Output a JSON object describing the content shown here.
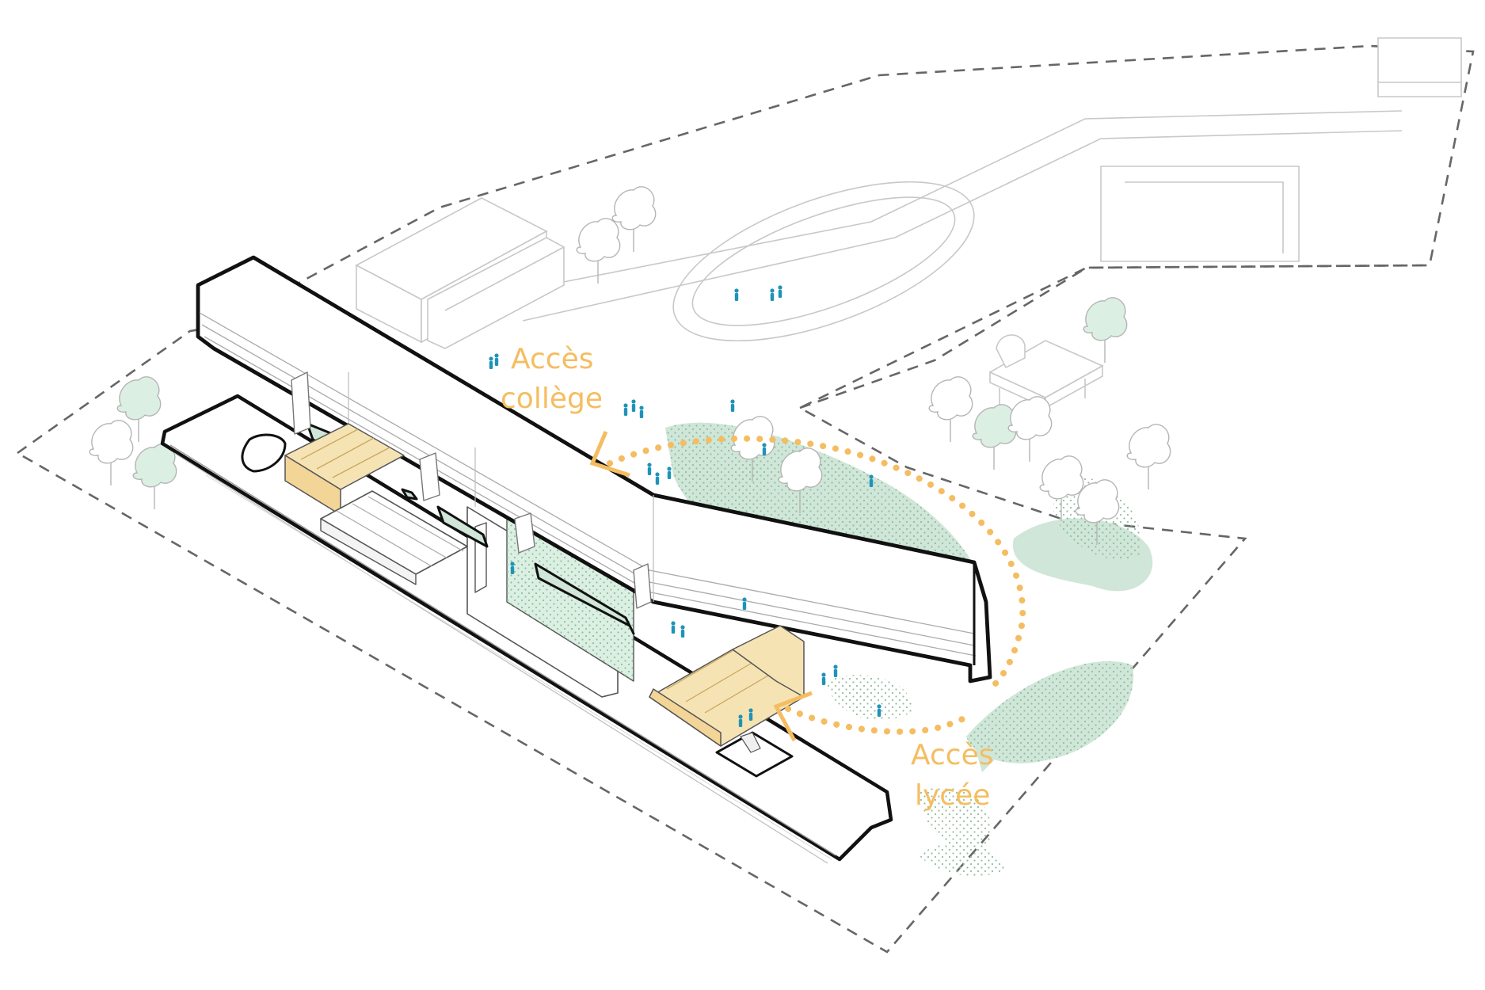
{
  "labels": {
    "college_line1": "Accès",
    "college_line2": "collège",
    "lycee_line1": "Accès",
    "lycee_line2": "lycée"
  },
  "colors": {
    "access": "#f5bd61",
    "building_outline": "#111111",
    "context_line": "#c8c8c8",
    "site_boundary": "#666666",
    "green_zone": "#cfe6d8",
    "warm_volume": "#f6e3b4",
    "people": "#1f93b7"
  },
  "icons": {
    "tree": "tree-icon",
    "person": "person-icon"
  }
}
